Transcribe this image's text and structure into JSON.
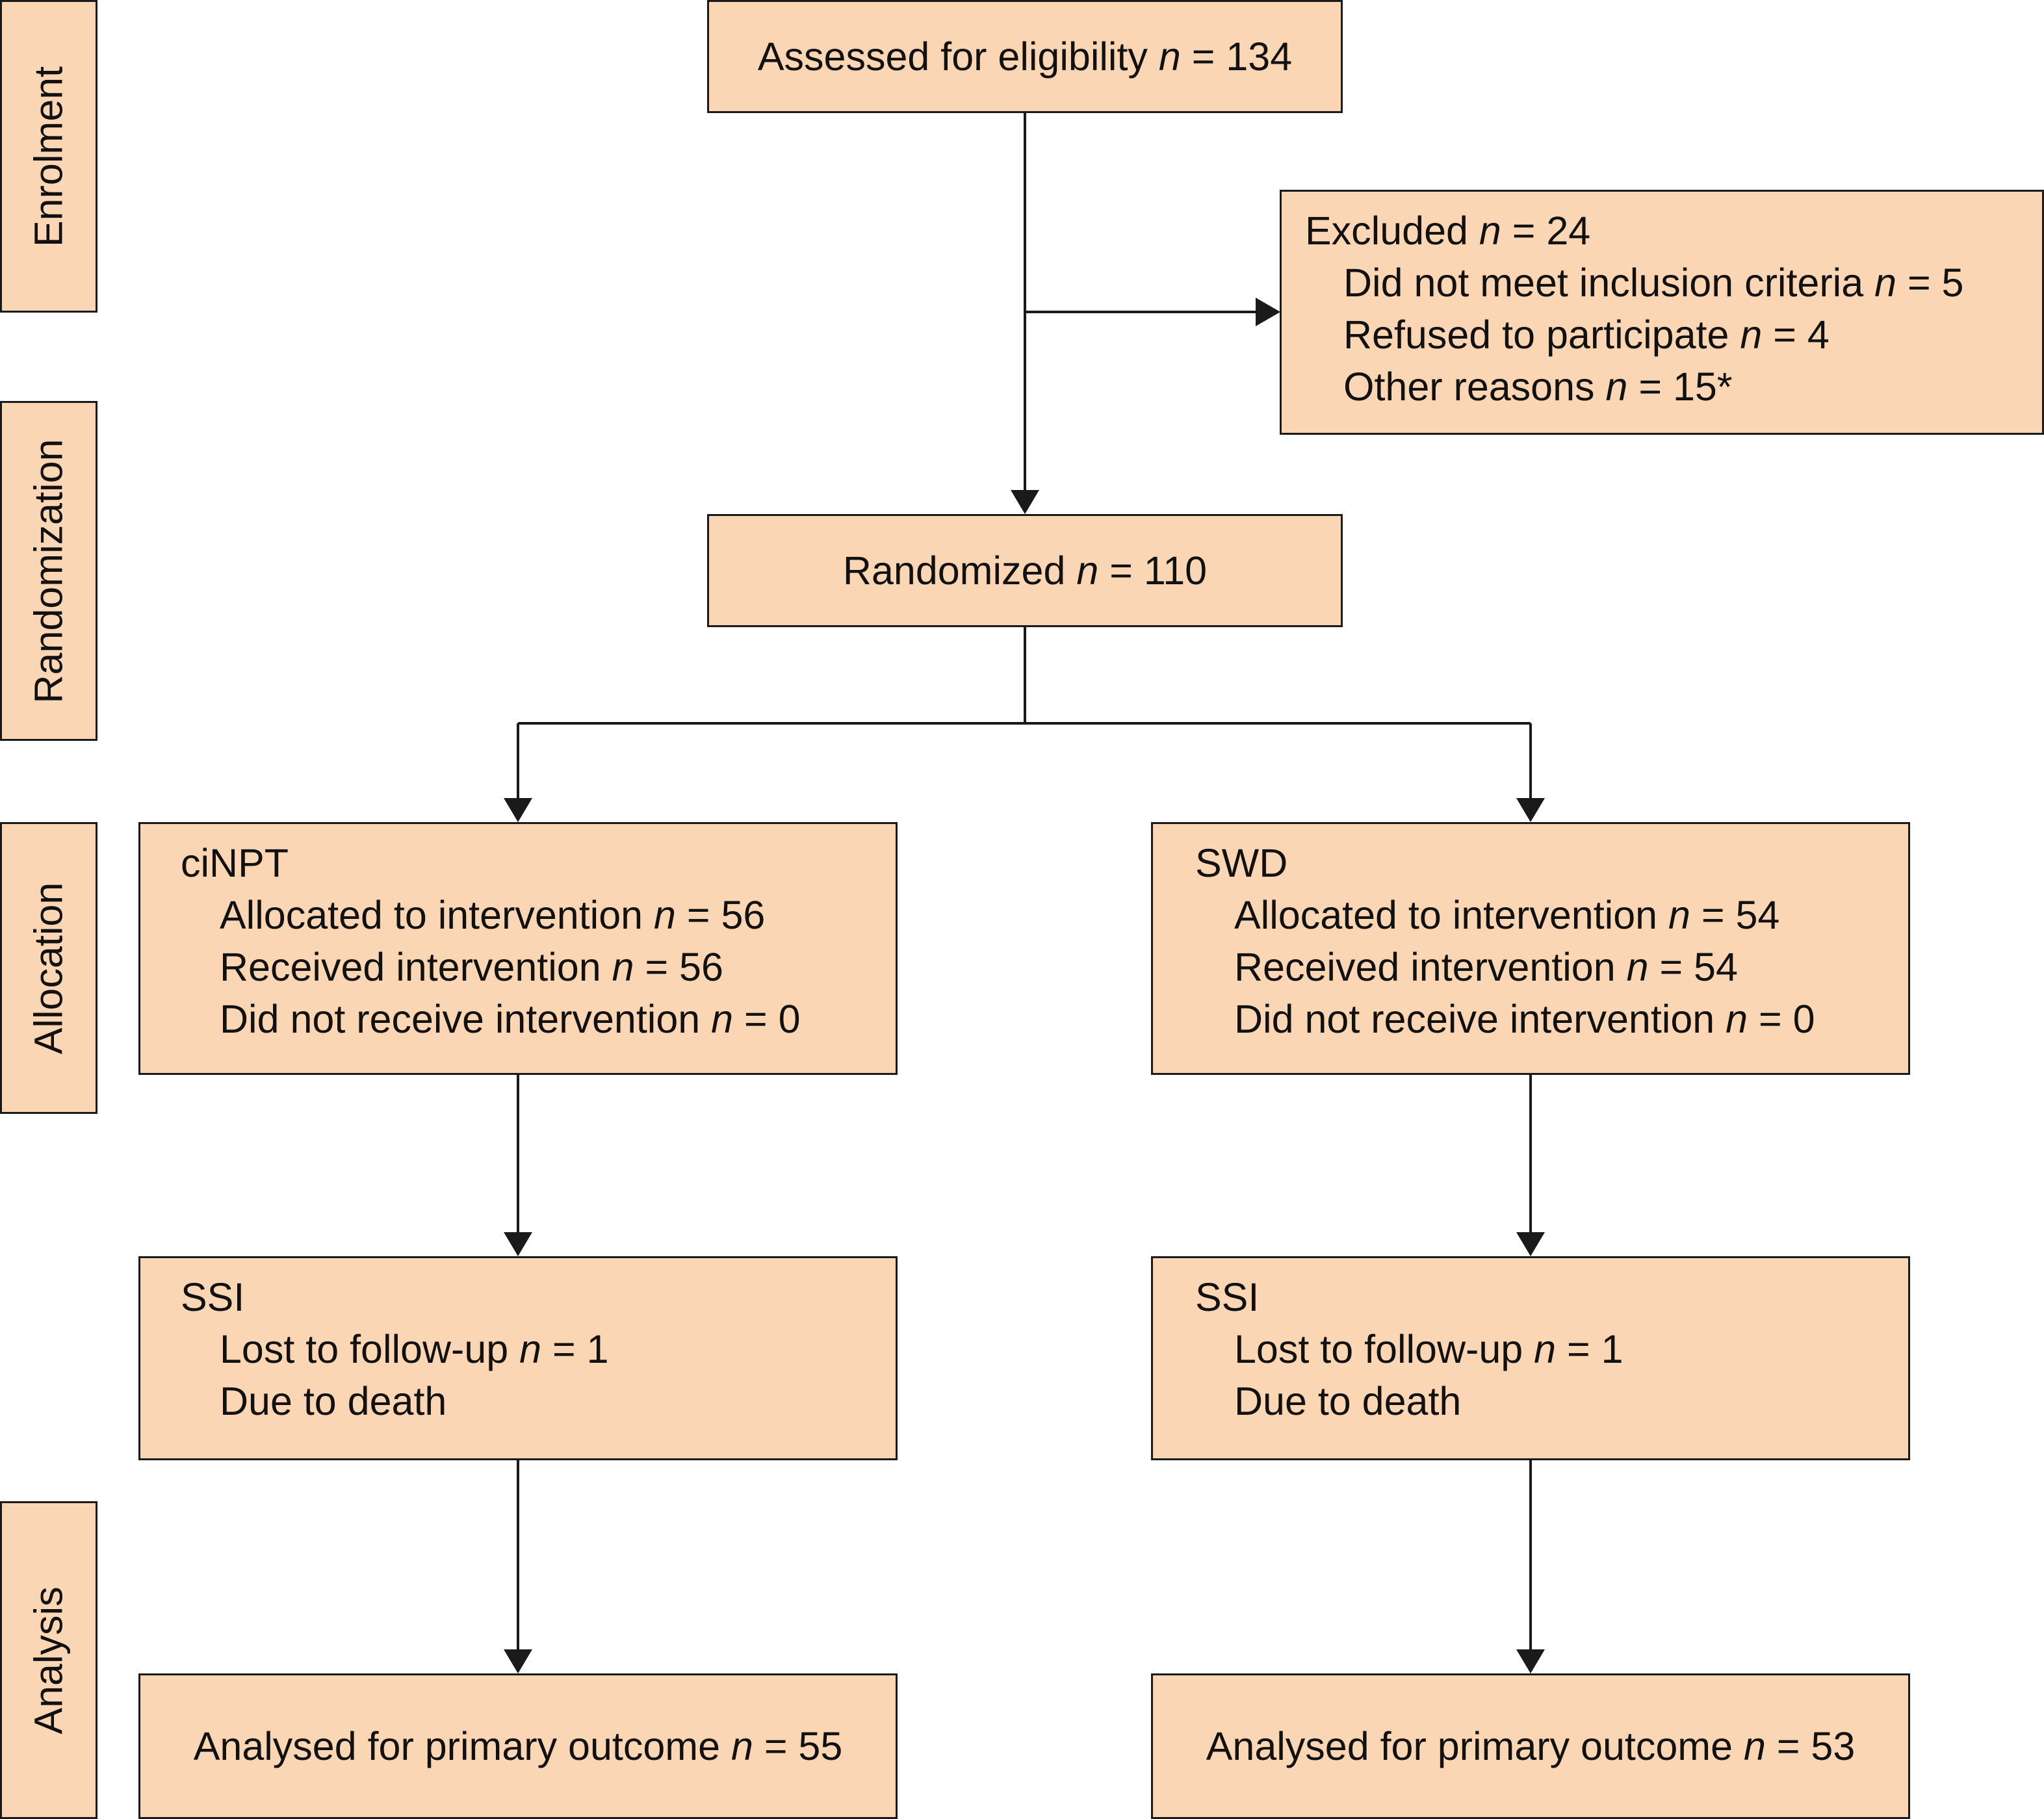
{
  "stages": {
    "enrolment": "Enrolment",
    "randomization": "Randomization",
    "allocation": "Allocation",
    "analysis": "Analysis"
  },
  "assessed": {
    "label": "Assessed for eligibility",
    "n": "134"
  },
  "excluded": {
    "label": "Excluded",
    "n": "24",
    "items": [
      {
        "label": "Did not meet inclusion criteria",
        "n": "5"
      },
      {
        "label": "Refused to participate",
        "n": "4"
      },
      {
        "label": "Other reasons",
        "n": "15*"
      }
    ]
  },
  "randomized": {
    "label": "Randomized",
    "n": "110"
  },
  "arms": [
    {
      "name": "ciNPT",
      "allocated": {
        "label": "Allocated to intervention",
        "n": "56"
      },
      "received": {
        "label": "Received intervention",
        "n": "56"
      },
      "not_received": {
        "label": "Did not receive intervention",
        "n": "0"
      },
      "ssi": "SSI",
      "lost": {
        "label": "Lost to follow-up",
        "n": "1"
      },
      "reason": "Due to death",
      "analysed": {
        "label": "Analysed for primary outcome",
        "n": "55"
      }
    },
    {
      "name": "SWD",
      "allocated": {
        "label": "Allocated to intervention",
        "n": "54"
      },
      "received": {
        "label": "Received intervention",
        "n": "54"
      },
      "not_received": {
        "label": "Did not receive intervention",
        "n": "0"
      },
      "ssi": "SSI",
      "lost": {
        "label": "Lost to follow-up",
        "n": "1"
      },
      "reason": "Due to death",
      "analysed": {
        "label": "Analysed for primary outcome",
        "n": "53"
      }
    }
  ],
  "n_symbol": "n",
  "equals": " = "
}
